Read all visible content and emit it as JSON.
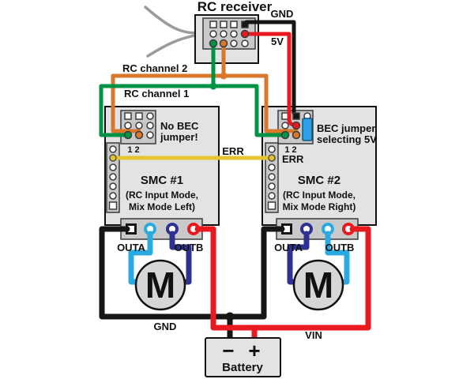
{
  "colors": {
    "green": "#009245",
    "orange": "#D9772B",
    "red": "#E8191F",
    "black": "#161616",
    "yellow": "#E7C42D",
    "light_blue": "#29ABE2",
    "dark_blue": "#2E3192",
    "gray": "#9B9B9B",
    "jumper_blue": "#2E9FE6"
  },
  "receiver": {
    "title": "RC receiver",
    "gnd_label": "GND",
    "five_v_label": "5V"
  },
  "channels": {
    "ch1_label": "RC channel 1",
    "ch2_label": "RC channel 2"
  },
  "err_label": "ERR",
  "smc1": {
    "name": "SMC #1",
    "mode_line1": "(RC Input Mode,",
    "mode_line2": "Mix Mode Left)",
    "note_line1": "No BEC",
    "note_line2": "jumper!",
    "pin_numbers": "1 2",
    "outa_label": "OUTA",
    "outb_label": "OUTB",
    "motor_label": "M"
  },
  "smc2": {
    "name": "SMC #2",
    "mode_line1": "(RC Input Mode,",
    "mode_line2": "Mix Mode Right)",
    "note_line1": "BEC jumper",
    "note_line2": "selecting 5V",
    "pin_numbers": "1 2",
    "err_label": "ERR",
    "outa_label": "OUTA",
    "outb_label": "OUTB",
    "motor_label": "M"
  },
  "power": {
    "gnd_label": "GND",
    "vin_label": "VIN"
  },
  "battery": {
    "label": "Battery",
    "minus": "−",
    "plus": "+"
  }
}
